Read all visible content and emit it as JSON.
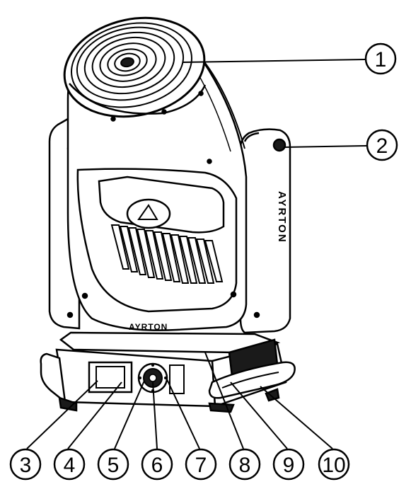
{
  "brand": {
    "arm_text": "AYRTON",
    "base_text": "AYRTON"
  },
  "callouts": [
    {
      "number": "1",
      "part": "lens-callout"
    },
    {
      "number": "2",
      "part": "arm-knob-callout"
    },
    {
      "number": "3",
      "part": "base-left-callout"
    },
    {
      "number": "4",
      "part": "display-callout"
    },
    {
      "number": "5",
      "part": "control-knob-callout"
    },
    {
      "number": "6",
      "part": "control-knob-center-callout"
    },
    {
      "number": "7",
      "part": "panel-callout"
    },
    {
      "number": "8",
      "part": "base-front-callout"
    },
    {
      "number": "9",
      "part": "base-right-callout"
    },
    {
      "number": "10",
      "part": "handle-callout"
    }
  ],
  "colors": {
    "line": "#000000",
    "fill": "#ffffff",
    "dark": "#1a1a1a"
  }
}
